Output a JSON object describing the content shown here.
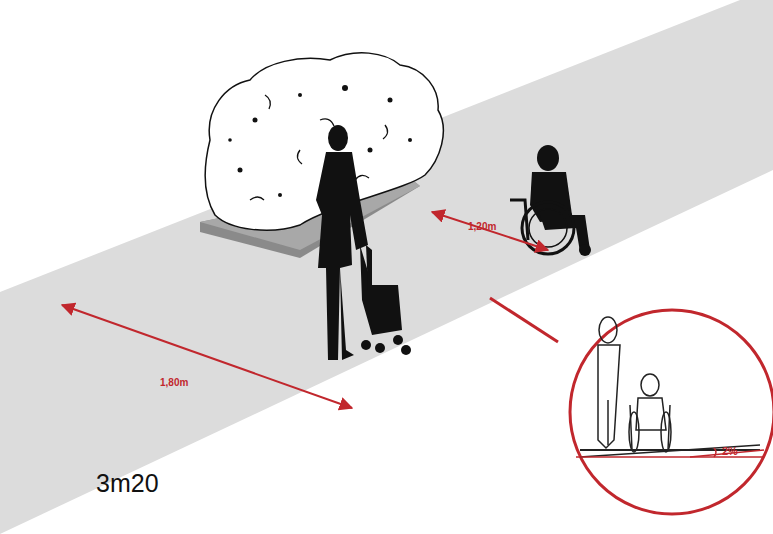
{
  "diagram": {
    "labels": [
      "1,20m",
      "1,80m",
      "3m20",
      "2%"
    ]
  }
}
